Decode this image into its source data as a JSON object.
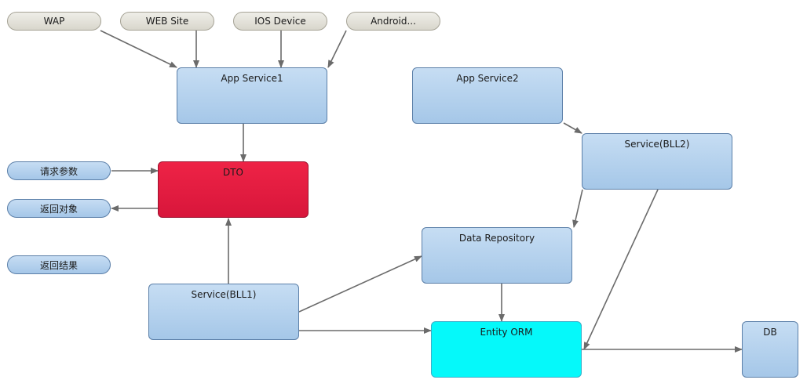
{
  "clients": [
    {
      "id": "wap",
      "label": "WAP"
    },
    {
      "id": "web",
      "label": "WEB Site"
    },
    {
      "id": "ios",
      "label": "IOS Device"
    },
    {
      "id": "android",
      "label": "Android..."
    }
  ],
  "params": [
    {
      "id": "request",
      "label": "请求参数"
    },
    {
      "id": "return-object",
      "label": "返回对象"
    },
    {
      "id": "return-result",
      "label": "返回结果"
    }
  ],
  "nodes": {
    "app_service1": "App Service1",
    "app_service2": "App Service2",
    "dto": "DTO",
    "service_bll2": "Service(BLL2)",
    "data_repository": "Data Repository",
    "service_bll1": "Service(BLL1)",
    "entity_orm": "Entity ORM",
    "db": "DB"
  },
  "colors": {
    "edge": "#6b6b6b",
    "dto": "#e01a40",
    "orm": "#05f9fa",
    "service": "#b5d2ee",
    "client": "#e3e2db"
  }
}
